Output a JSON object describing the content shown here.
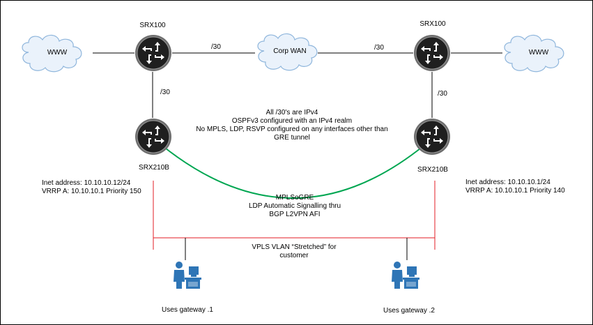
{
  "colors": {
    "line": "#000000",
    "router_fill": "#1f1f1f",
    "router_ring": "#6e6e6e",
    "tunnel": "#00a651",
    "vpls": "#e31e24",
    "user": "#2e75b6",
    "cloud_fill": "#eaf2fb",
    "cloud_stroke": "#8fb6dc"
  },
  "clouds": {
    "www_left": "WWW",
    "corp_wan": "Corp WAN",
    "www_right": "WWW"
  },
  "routers": {
    "top_left": "SRX100",
    "top_right": "SRX100",
    "bottom_left": "SRX210B",
    "bottom_right": "SRX210B"
  },
  "links": {
    "wan_left": "/30",
    "wan_right": "/30",
    "vertical_left": "/30",
    "vertical_right": "/30"
  },
  "notes": {
    "center": [
      "All /30's are IPv4",
      "OSPFv3 configured with an IPv4 realm",
      "No MPLS, LDP, RSVP configured on any interfaces other than",
      "GRE tunnel"
    ],
    "tunnel": [
      "MPLSoGRE",
      "LDP Automatic Signalling thru",
      "BGP L2VPN AFI"
    ],
    "vpls": [
      "VPLS VLAN “Stretched” for",
      "customer"
    ]
  },
  "left_router_info": [
    "Inet address: 10.10.10.12/24",
    "VRRP A: 10.10.10.1 Priority 150"
  ],
  "right_router_info": [
    "Inet address: 10.10.10.1/24",
    "VRRP A: 10.10.10.1 Priority 140"
  ],
  "users": {
    "left": "Uses gateway .1",
    "right": "Uses gateway .2"
  },
  "icons": {
    "router": "router-icon",
    "cloud": "cloud-icon",
    "user": "user-workstation-icon"
  }
}
